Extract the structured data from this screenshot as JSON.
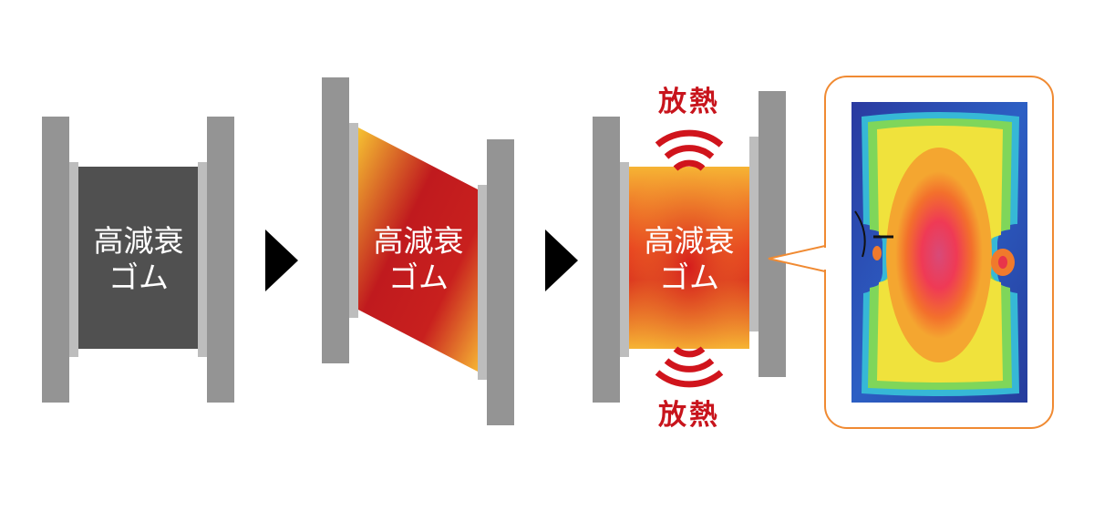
{
  "stages": [
    {
      "label_line1": "高減衰",
      "label_line2": "ゴム",
      "state": "rest"
    },
    {
      "label_line1": "高減衰",
      "label_line2": "ゴム",
      "state": "deformed"
    },
    {
      "label_line1": "高減衰",
      "label_line2": "ゴム",
      "state": "heat-release"
    }
  ],
  "heat_release": {
    "top_label": "放熱",
    "bottom_label": "放熱"
  },
  "thermal_image": {
    "callout_color": "#f08a32"
  },
  "colors": {
    "plate": "#949494",
    "plate_inner": "#bdbdbd",
    "rubber_rest": "#505050",
    "heat_red": "#c8141c",
    "heat_orange": "#f2a531",
    "arrow": "#000000"
  }
}
